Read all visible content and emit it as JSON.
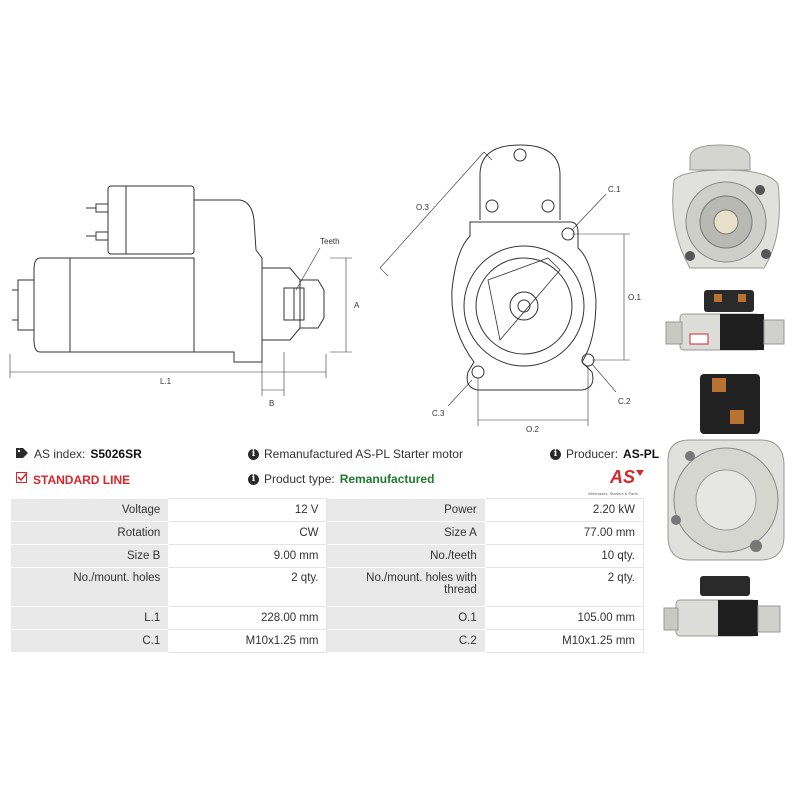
{
  "drawings": {
    "side_view": {
      "labels": {
        "teeth": "Teeth",
        "a": "A",
        "b": "B",
        "l1": "L.1"
      }
    },
    "front_view": {
      "labels": {
        "o3": "O.3",
        "c1": "C.1",
        "o1": "O.1",
        "c3": "C.3",
        "c2": "C.2",
        "o2": "O.2"
      }
    }
  },
  "product": {
    "as_index_label": "AS index:",
    "as_index_value": "S5026SR",
    "description": "Remanufactured AS-PL Starter motor",
    "producer_label": "Producer:",
    "producer_value": "AS-PL",
    "line_label": "STANDARD LINE",
    "product_type_label": "Product type:",
    "product_type_value": "Remanufactured",
    "logo_text": "AS",
    "logo_tagline": "Alternators, Starters & Parts"
  },
  "specs": [
    [
      {
        "label": "Voltage",
        "value": "12 V"
      },
      {
        "label": "Power",
        "value": "2.20 kW"
      }
    ],
    [
      {
        "label": "Rotation",
        "value": "CW"
      },
      {
        "label": "Size A",
        "value": "77.00 mm"
      }
    ],
    [
      {
        "label": "Size B",
        "value": "9.00 mm"
      },
      {
        "label": "No./teeth",
        "value": "10 qty."
      }
    ],
    [
      {
        "label": "No./mount. holes",
        "value": "2 qty."
      },
      {
        "label": "No./mount. holes with thread",
        "value": "2 qty."
      }
    ],
    [
      {
        "label": "L.1",
        "value": "228.00 mm"
      },
      {
        "label": "O.1",
        "value": "105.00 mm"
      }
    ],
    [
      {
        "label": "C.1",
        "value": "M10x1.25 mm"
      },
      {
        "label": "C.2",
        "value": "M10x1.25 mm"
      }
    ]
  ],
  "icons": {
    "tag": "tag-icon",
    "info": "info-icon",
    "check": "checkbox-icon"
  },
  "colors": {
    "standard_line": "#d7262d",
    "product_type": "#1f7a2e",
    "table_label_bg": "#e9e9e9"
  }
}
